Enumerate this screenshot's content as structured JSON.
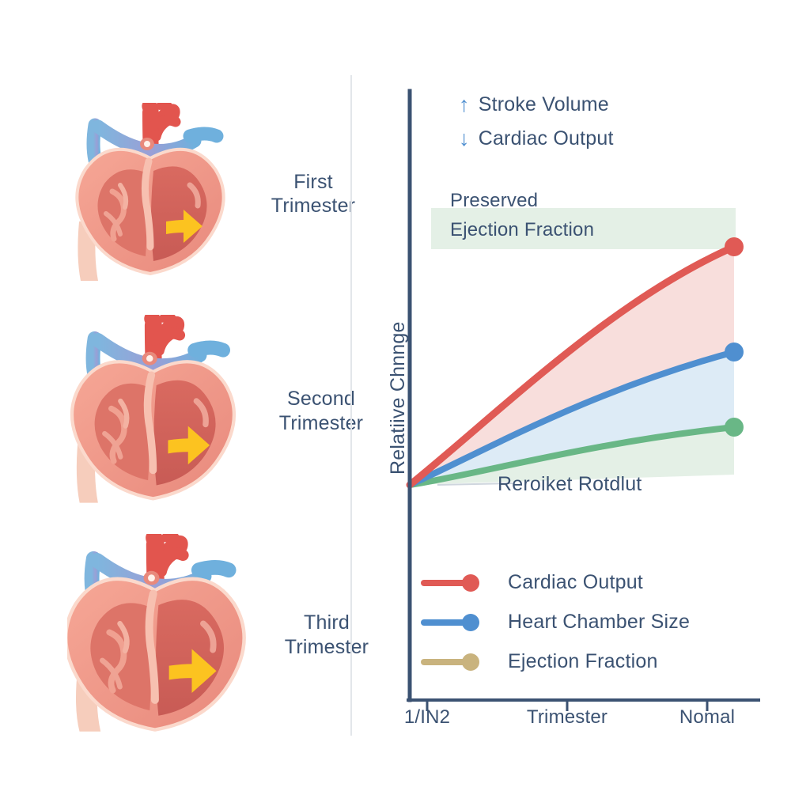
{
  "stages": [
    {
      "label": "First\nTrimester",
      "name": "first-trimester"
    },
    {
      "label": "Second\nTrimester",
      "name": "second-trimester"
    },
    {
      "label": "Third\nTrimester",
      "name": "third-trimester"
    }
  ],
  "annotations": {
    "up_arrow": "↑",
    "down_arrow": "↓",
    "stroke_volume": "Stroke Volume",
    "cardiac_output": "Cardiac Output",
    "band_line1": "Preserved",
    "band_line2": "Ejection Fraction",
    "baseline": "Reroiket Rotdlut"
  },
  "colors": {
    "cardiac_output": "#e05a55",
    "heart_chamber": "#4f8fd0",
    "ejection_fraction_line": "#69b786",
    "ejection_fraction_legend": "#c9b37e",
    "axis": "#3b5272",
    "text": "#3b5272",
    "band_green": "#e4f0e6",
    "divider": "#e3e6ea",
    "arrow_yellow": "#fcc320",
    "myocardium": "#ef8f80",
    "chamber": "#d9695f",
    "vein_blue": "#8e9ed8"
  },
  "chart_data": {
    "type": "line",
    "title": "",
    "xlabel": "",
    "ylabel": "Relatiive Chnnge",
    "categories": [
      "1/IN2",
      "Trimester",
      "Nomal"
    ],
    "x": [
      0,
      1,
      2,
      3
    ],
    "xlim": [
      0,
      3
    ],
    "ylim": [
      0,
      1
    ],
    "grid": false,
    "legend_position": "bottom-left",
    "series": [
      {
        "name": "Cardiac Output",
        "color": "#e05a55",
        "values": [
          0.0,
          0.42,
          0.72,
          0.86
        ],
        "fill": "#f8dcda",
        "endpoint_marker": true
      },
      {
        "name": "Heart Chamber Size",
        "color": "#4f8fd0",
        "values": [
          0.0,
          0.28,
          0.48,
          0.58
        ],
        "fill": "#d8e7f4",
        "endpoint_marker": true
      },
      {
        "name": "Ejection Fraction",
        "color": "#69b786",
        "values": [
          0.0,
          0.13,
          0.24,
          0.29
        ],
        "fill": "#e4f0e6",
        "endpoint_marker": true
      }
    ],
    "annotations": [
      {
        "text": "↑ Stroke Volume",
        "kind": "callout"
      },
      {
        "text": "↓ Cardiac Output",
        "kind": "callout"
      },
      {
        "text": "Preserved Ejection Fraction",
        "kind": "band"
      },
      {
        "text": "Reroiket Rotdlut",
        "kind": "baseline"
      }
    ]
  },
  "legend": [
    {
      "label": "Cardiac Output",
      "color": "#e05a55"
    },
    {
      "label": "Heart Chamber Size",
      "color": "#4f8fd0"
    },
    {
      "label": "Ejection Fraction",
      "color": "#c9b37e"
    }
  ]
}
